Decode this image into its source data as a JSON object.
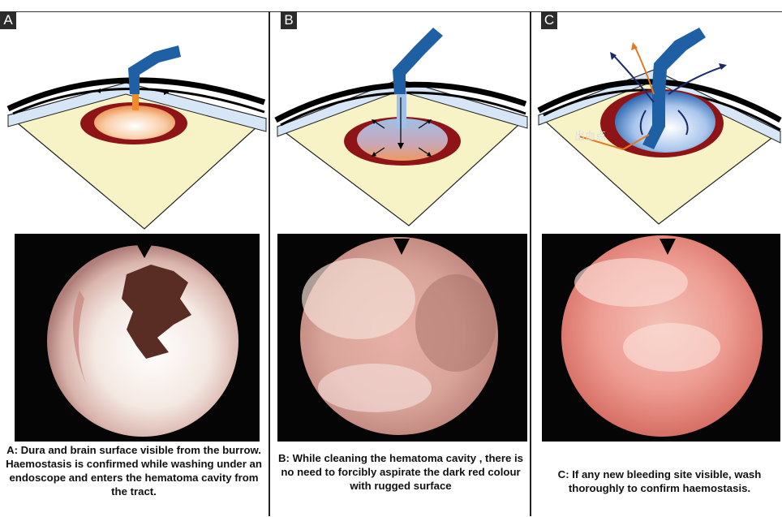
{
  "panels": [
    {
      "label": "A",
      "caption": "A: Dura and brain surface visible from the burrow. Haemostasis is confirmed while washing under an endoscope and enters the hematoma cavity from the tract."
    },
    {
      "label": "B",
      "caption": "B: While cleaning the hematoma cavity , there is no need to forcibly aspirate the  dark red colour with rugged surface"
    },
    {
      "label": "C",
      "caption": "C: If any new bleeding site visible, wash thoroughly to confirm haemostasis.",
      "chinese_label": "出血点"
    }
  ],
  "colors": {
    "brain": "#f8f3c6",
    "dura": "#d7e6f6",
    "skull": "#000000",
    "rim": "#8f1418",
    "endoscope": "#1f5fa3",
    "warm": "#f0a168",
    "cool": "#9fbee6",
    "photo_bg": "#050505"
  }
}
